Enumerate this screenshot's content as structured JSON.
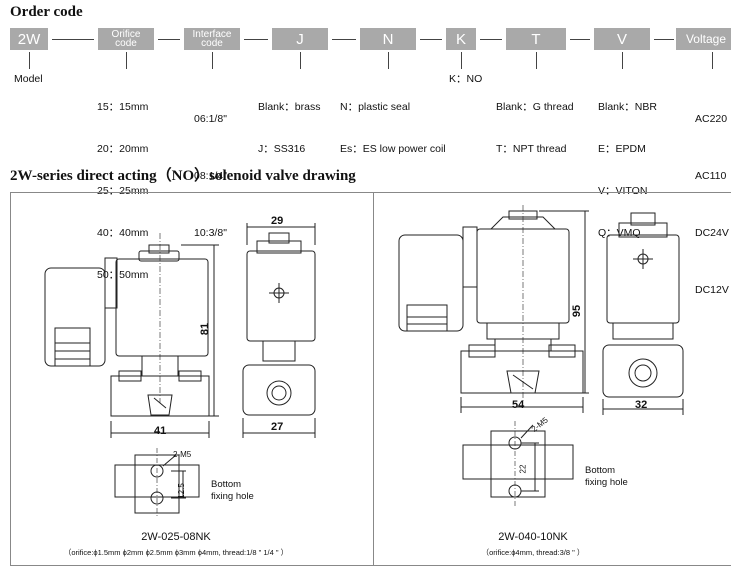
{
  "order_code": {
    "title": "Order code",
    "boxes": [
      "2W",
      "Orifice code",
      "Interface code",
      "J",
      "N",
      "K",
      "T",
      "V",
      "Voltage"
    ],
    "model_label": "Model",
    "orifice_options": [
      "15：15mm",
      "20：20mm",
      "25：25mm",
      "40：40mm",
      "50：50mm"
    ],
    "interface_options": [
      "06:1/8\"",
      "08:1/4\"",
      "10:3/8\""
    ],
    "body_material": [
      "Blank：brass",
      "J：SS316"
    ],
    "seal": [
      "N：plastic seal",
      "Es：ES low power coil"
    ],
    "normal_state": [
      "K：NO"
    ],
    "thread": [
      "Blank：G thread",
      "T：NPT thread"
    ],
    "seal_material": [
      "Blank：NBR",
      "E：EPDM",
      "V：VITON",
      "Q：VMQ"
    ],
    "voltage": [
      "AC220",
      "AC110",
      "DC24V",
      "DC12V"
    ]
  },
  "drawing": {
    "title": "2W-series direct acting（NO）solenoid valve drawing",
    "left": {
      "model": "2W-025-08NK",
      "note": "（orifice:ϕ1.5mm ϕ2mm ϕ2.5mm ϕ3mm ϕ4mm, thread:1/8 \" 1/4 \" ）",
      "dims": {
        "width": "41",
        "height": "81",
        "side_top": "29",
        "side_bottom": "27",
        "hole_spacing": "12.5"
      },
      "screw_label": "2-M5",
      "fixing_label_1": "Bottom",
      "fixing_label_2": "fixing hole"
    },
    "right": {
      "model": "2W-040-10NK",
      "note": "（orifice:ϕ4mm, thread:3/8 \" ）",
      "dims": {
        "width": "54",
        "height": "95",
        "side_bottom": "32",
        "hole_spacing": "22"
      },
      "screw_label": "2-M5",
      "fixing_label_1": "Bottom",
      "fixing_label_2": "fixing hole"
    }
  }
}
